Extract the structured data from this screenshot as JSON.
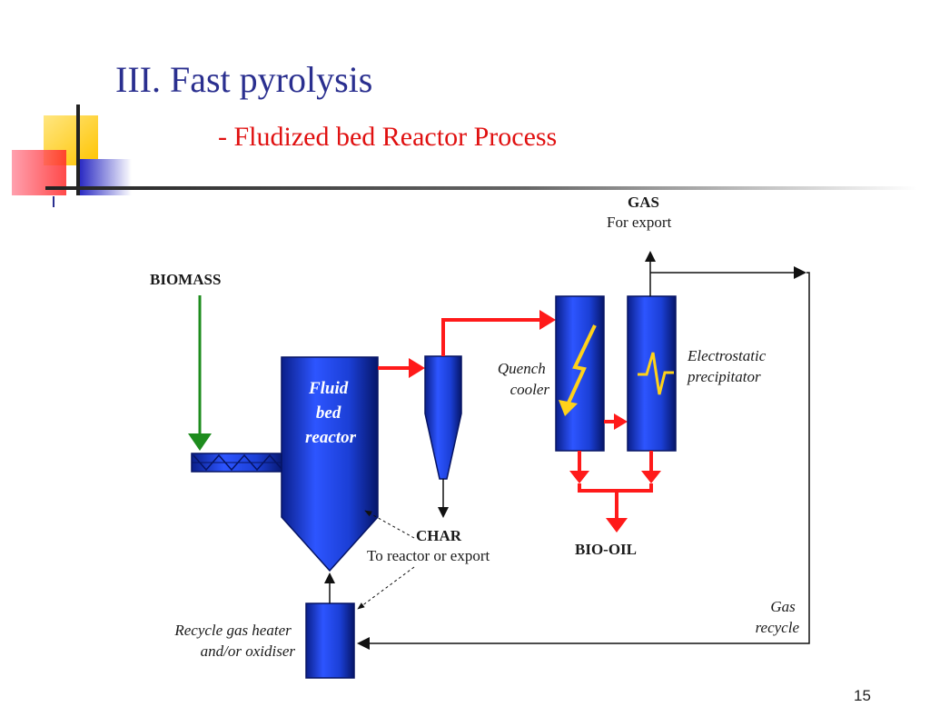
{
  "slide": {
    "title": "III. Fast pyrolysis",
    "subtitle": "- Fludized bed Reactor Process",
    "page_number": "15"
  },
  "diagram": {
    "biomass_label": "BIOMASS",
    "reactor_label": [
      "Fluid",
      "bed",
      "reactor"
    ],
    "char_label": "CHAR",
    "char_sublabel": "To reactor or export",
    "gas_label": "GAS",
    "gas_sublabel": "For export",
    "quench_label": [
      "Quench",
      "cooler"
    ],
    "precipitator_label": [
      "Electrostatic",
      "precipitator"
    ],
    "bio_oil_label": "BIO-OIL",
    "heater_label": [
      "Recycle gas heater",
      "and/or oxidiser"
    ],
    "gas_recycle_label": [
      "Gas",
      "recycle"
    ]
  },
  "colors": {
    "title": "#2a2f8f",
    "subtitle": "#e01010",
    "vessel_blue": "#1b3fd6",
    "hot_flow_red": "#ff1a1a",
    "feed_green": "#1e8c1e",
    "lightning_yellow": "#ffd21a"
  }
}
